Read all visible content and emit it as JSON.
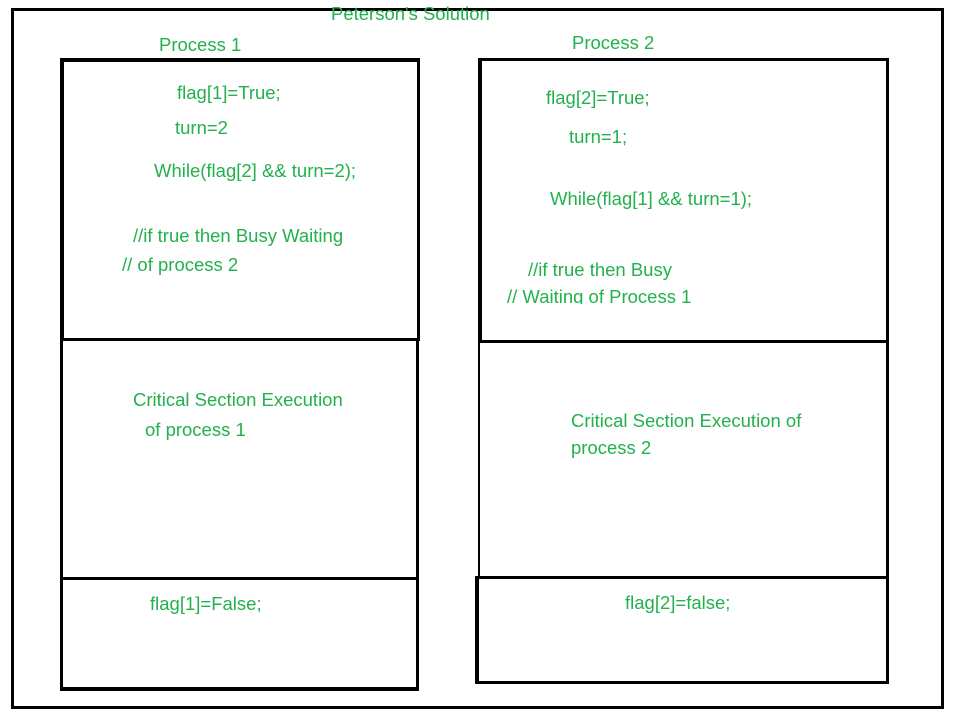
{
  "title": "Peterson's Solution",
  "colors": {
    "text": "#22b14c",
    "lines": "#000000",
    "background": "#ffffff"
  },
  "process1": {
    "label": "Process 1",
    "entry": {
      "line1": "flag[1]=True;",
      "line2": "turn=2",
      "line3": "While(flag[2] && turn=2);",
      "comment1": "//if true then Busy Waiting",
      "comment2": "// of process 2"
    },
    "critical": {
      "line1": "Critical Section Execution",
      "line2": "of process 1"
    },
    "exit": {
      "line1": "flag[1]=False;"
    }
  },
  "process2": {
    "label": "Process 2",
    "entry": {
      "line1": "flag[2]=True;",
      "line2": "turn=1;",
      "line3": "While(flag[1] && turn=1);",
      "comment1": "//if true then Busy",
      "comment2": "// Waiting of Process 1"
    },
    "critical": {
      "line1": "Critical Section Execution of",
      "line2": "process 2"
    },
    "exit": {
      "line1": "flag[2]=false;"
    }
  }
}
